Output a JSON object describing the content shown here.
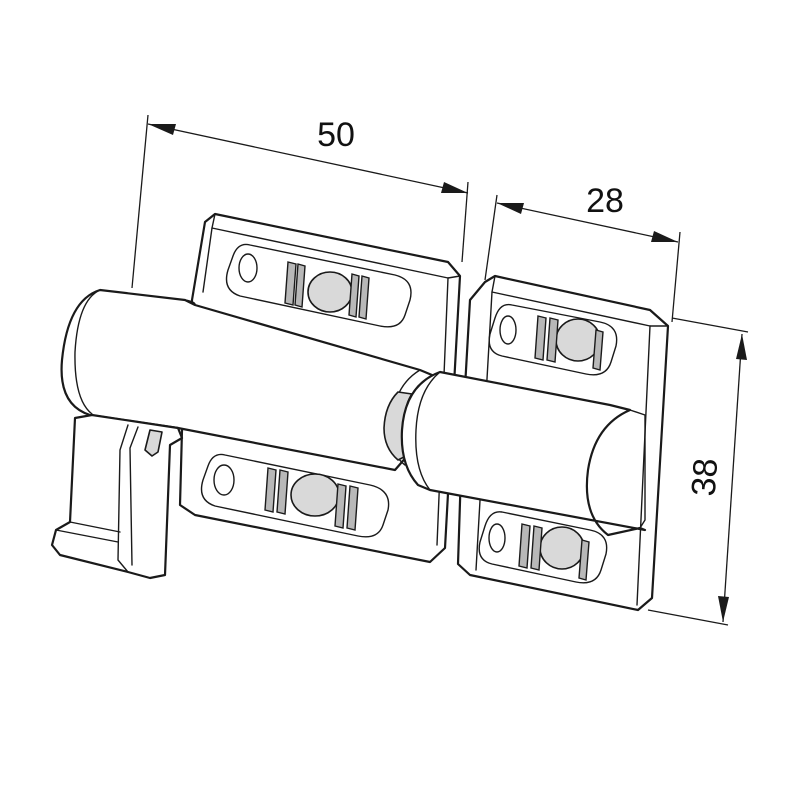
{
  "drawing": {
    "part": "latch-assembly",
    "dimensions": {
      "overall_width": "50",
      "right_plate_width": "28",
      "height": "38"
    }
  }
}
